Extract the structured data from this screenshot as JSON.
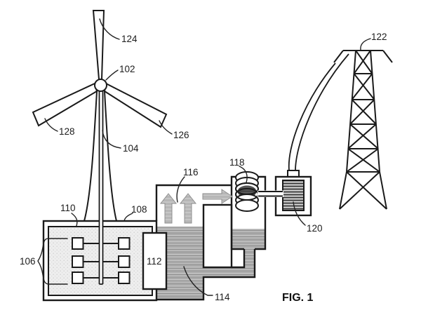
{
  "figure_caption": "FIG. 1",
  "labels": {
    "hub": "102",
    "turbine_tower": "104",
    "heating_elements": "106",
    "housing": "108",
    "chamber": "110",
    "separator": "112",
    "liquid": "114",
    "vapor": "116",
    "turbine_coil": "118",
    "generator": "120",
    "power_tower": "122",
    "blade_top": "124",
    "blade_right": "126",
    "blade_left": "128"
  },
  "colors": {
    "line": "#1a1a1a",
    "liquid_stripe_dark": "#939393",
    "liquid_stripe_light": "#c6c6c6",
    "stipple_background": "#eeeeee",
    "arrow_gray": "#b3b3b3",
    "coil_core_dark": "#474747"
  }
}
